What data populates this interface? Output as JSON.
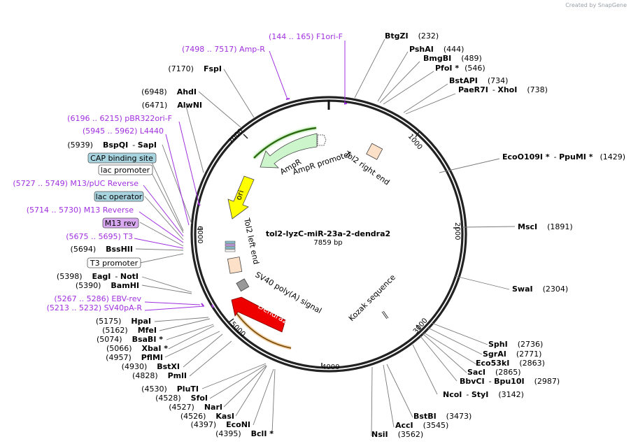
{
  "title": "tol2-lyzC-miR-23a-2-dendra2",
  "length": "7859 bp",
  "watermark": "Created by SnapGene",
  "ticks": [
    "1000",
    "2000",
    "3000",
    "4000",
    "5000",
    "6000",
    "7000"
  ],
  "sites": {
    "btgzi": {
      "name": "BtgZI",
      "pos": "(232)"
    },
    "pshai": {
      "name": "PshAI",
      "pos": "(444)"
    },
    "bmgbi": {
      "name": "BmgBI",
      "pos": "(489)"
    },
    "pfoi": {
      "name": "PfoI *",
      "pos": "(546)"
    },
    "bstapi": {
      "name": "BstAPI",
      "pos": "(734)"
    },
    "paer7i": {
      "name": "PaeR7I",
      "sep": "- ",
      "name2": "XhoI",
      "pos": "(738)"
    },
    "eco0109i": {
      "name": "EcoO109I *",
      "sep": "- ",
      "name2": "PpuMI *",
      "pos": "(1429)"
    },
    "msci": {
      "name": "MscI",
      "pos": "(1891)"
    },
    "swai": {
      "name": "SwaI",
      "pos": "(2304)"
    },
    "sphi": {
      "name": "SphI",
      "pos": "(2736)"
    },
    "sgrai": {
      "name": "SgrAI",
      "pos": "(2771)"
    },
    "eco53ki": {
      "name": "Eco53kI",
      "pos": "(2863)"
    },
    "saci": {
      "name": "SacI",
      "pos": "(2865)"
    },
    "bbvci": {
      "name": "BbvCI",
      "sep": "- ",
      "name2": "Bpu10I",
      "pos": "(2987)"
    },
    "ncoi": {
      "name": "NcoI",
      "sep": "- ",
      "name2": "StyI",
      "pos": "(3142)"
    },
    "bstbi": {
      "name": "BstBI",
      "pos": "(3473)"
    },
    "acci": {
      "name": "AccI",
      "pos": "(3545)"
    },
    "nsii": {
      "name": "NsiI",
      "pos": "(3562)"
    },
    "fspi": {
      "name": "FspI",
      "pos": "(7170)"
    },
    "ahdi": {
      "name": "AhdI",
      "pos": "(6948)"
    },
    "alwni": {
      "name": "AlwNI",
      "pos": "(6471)"
    },
    "bspqi": {
      "name": "BspQI",
      "sep": "- ",
      "name2": "SapI",
      "pos": "(5939)"
    },
    "bsshii": {
      "name": "BssHII",
      "pos": "(5694)"
    },
    "eagi": {
      "name": "EagI",
      "sep": "- ",
      "name2": "NotI",
      "pos": "(5398)"
    },
    "bamhi": {
      "name": "BamHI",
      "pos": "(5390)"
    },
    "hpai": {
      "name": "HpaI",
      "pos": "(5175)"
    },
    "mfei": {
      "name": "MfeI",
      "pos": "(5162)"
    },
    "bsabi": {
      "name": "BsaBI *",
      "pos": "(5074)"
    },
    "xbai": {
      "name": "XbaI *",
      "pos": "(5066)"
    },
    "pflmi": {
      "name": "PflMI",
      "pos": "(4957)"
    },
    "bstxi": {
      "name": "BstXI",
      "pos": "(4930)"
    },
    "pmli": {
      "name": "PmlI",
      "pos": "(4828)"
    },
    "pluti": {
      "name": "PluTI",
      "pos": "(4530)"
    },
    "sfoi": {
      "name": "SfoI",
      "pos": "(4528)"
    },
    "nari": {
      "name": "NarI",
      "pos": "(4527)"
    },
    "kasi": {
      "name": "KasI",
      "pos": "(4526)"
    },
    "econi": {
      "name": "EcoNI",
      "pos": "(4397)"
    },
    "bcli": {
      "name": "BclI *",
      "pos": "(4395)"
    }
  },
  "primers": {
    "f1ori": "(144 .. 165)  F1ori-F",
    "ampr": "(7498 .. 7517)  Amp-R",
    "pbr322": "(6196 .. 6215)  pBR322ori-F",
    "l4440": "(5945 .. 5962)  L4440",
    "m13puc": "(5727 .. 5749)  M13/pUC Reverse",
    "m13rev": "(5714 .. 5730)  M13 Reverse",
    "t3": "(5675 .. 5695)  T3",
    "ebv": "(5267 .. 5286)  EBV-rev",
    "sv40pa": "(5213 .. 5232)  SV40pA-R"
  },
  "boxes": {
    "cap": "CAP binding site",
    "lacprom": "lac promoter",
    "lacop": "lac operator",
    "m13box": "M13 rev",
    "t3prom": "T3 promoter"
  },
  "features": {
    "ampr": "AmpR",
    "ampr_prom": "AmpR promoter",
    "tol2_right": "Tol2 right end",
    "ori": "ori",
    "tol2_left": "Tol2 left end",
    "sv40": "SV40 poly(A) signal",
    "dendra2": "Dendra2",
    "kozak": "Kozak sequence"
  },
  "colors": {
    "ampr": "#ccf5cc",
    "ori": "#ffff00",
    "dendra2": "#ee0000",
    "tol2": "#fde0c8",
    "sv40": "#999999",
    "primer": "#a030e0",
    "box_blue": "#a8d4e0",
    "box_purple": "#d8a8f0"
  }
}
